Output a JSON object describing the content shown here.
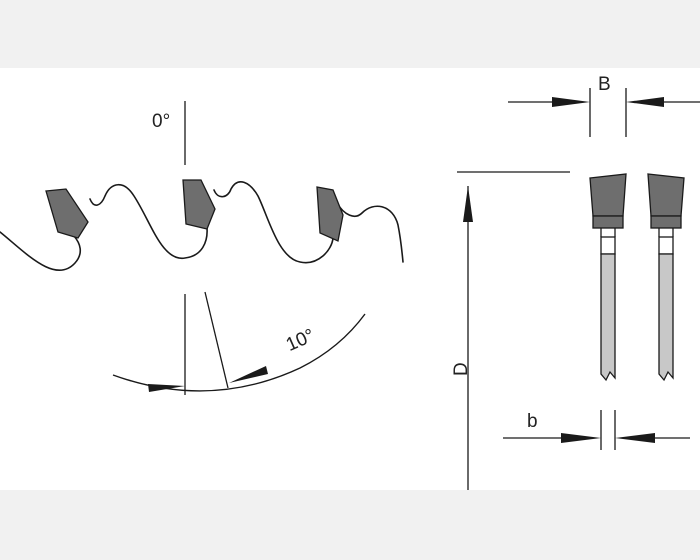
{
  "labels": {
    "zero_angle": "0°",
    "hook_angle": "10°",
    "blade_thickness": "B",
    "diameter": "D",
    "body_thickness": "b"
  },
  "colors": {
    "line": "#1a1a1a",
    "carbide": "#6e6e6e",
    "shank": "#c8c8c8",
    "band": "#f1f1f1"
  }
}
